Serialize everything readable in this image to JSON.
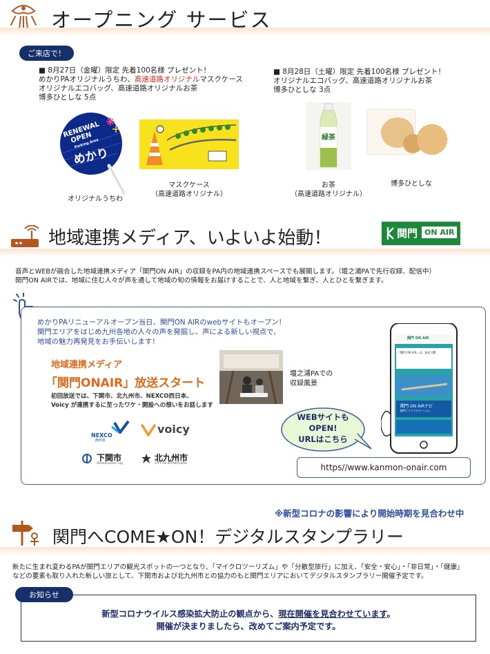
{
  "opening": {
    "title": "オープニング サービス",
    "badge": "ご来店で！",
    "left": {
      "line1": "■ 8月27日（金曜）限定 先着100名様 プレゼント！",
      "line2a": "めかりPAオリジナルうちわ、",
      "line2b": "高速道路オリジナル",
      "line2c": "マスクケース",
      "line3": "オリジナルエコバッグ、高速道路オリジナルお茶",
      "line4": "博多ひとしな 5点"
    },
    "right": {
      "line1": "■ 8月28日（土曜）限定 先着100名様 プレゼント！",
      "line2": "オリジナルエコバッグ、高速道路オリジナルお茶",
      "line3": "博多ひとしな 3点"
    },
    "fan": {
      "t1": "RENEWAL",
      "t2": "OPEN",
      "t3": "Parking Area",
      "t4": "めかり",
      "caption": "オリジナルうちわ"
    },
    "mask": {
      "caption1": "マスクケース",
      "caption2": "（高速道路オリジナル）"
    },
    "tea": {
      "label": "緑茶",
      "caption1": "お茶",
      "caption2": "（高速道路オリジナル）"
    },
    "hakata": {
      "caption": "博多ひとしな"
    }
  },
  "media": {
    "title": "地域連携メディア、いよいよ始動！",
    "logo_text": "関門",
    "logo_onair": "ON AIR",
    "para1": "音声とWEBが融合した地域連携メディア「関門ON AIR」の収録をPA内の地域連携スペースでも展開します。（壇之浦PAで先行収録、配信中）",
    "para2": "関門ON AIRでは、地域に住む人々が声を通して地域の旬の情報をお届けすることで、人と地域を繋ぎ、人とひとを繋ぎます。",
    "box_line1": "めかりPAリニューアルオープン当日、関門ON AIRのwebサイトもオープン！",
    "box_line2": "関門エリアをはじめ九州各地の人々の声を発掘し、声による新しい視点で、",
    "box_line3": "地域の魅力再発見をお手伝いします！",
    "promo1": "地域連携メディア",
    "promo2": "「関門ONAIR」放送スタート",
    "promo3": "初回放送では、下関市、北九州市、NEXCO西日本、",
    "promo4": "Voicy が連携するに至ったワケ・開設への想いをお話します",
    "partners": {
      "nexco": "NEXCO",
      "nexco_sub": "西日本",
      "voicy": "voicy",
      "shimo": "下関市",
      "shimo_sub": "Shimonoseki city",
      "kita": "北九州市",
      "kita_sub": "CITY OF KITAKYUSHU"
    },
    "photo_caption1": "壇之浦PAでの",
    "photo_caption2": "収録風景",
    "bubble1": "WEBサイトも",
    "bubble2": "OPEN!",
    "bubble3": "URLはこちら",
    "url": "https//www.kanmon-onair.com",
    "phone": {
      "header": "関門 ON AIR",
      "t1": "「関門 ON AIR」は、身近で聞",
      "banner": "関門 ON AIRナビ",
      "sub": "関門エリア ナビゲーション"
    }
  },
  "stamp": {
    "notice": "※新型コロナの影響により開始時期を見合わせ中",
    "title": "関門へCOME★ON！デジタルスタンプラリー",
    "para1": "新たに生まれ変わるPAが関門エリアの観光スポットの一つとなり、「マイクロツーリズム」や「分散型旅行」に加え、「安全・安心」・「非日常」・「健康」",
    "para2": "などの要素も取り入れた新しい旅として、下関市および北九州市との協力のもと関門エリアにおいてデジタルスタンプラリー開催予定です。",
    "badge": "お知らせ",
    "box1a": "新型コロナウイルス感染拡大防止の観点から、",
    "box1b": "現在開催を見合わせています",
    "box1c": "。",
    "box2": "開催が決まりましたら、改めてご案内予定です。"
  },
  "colors": {
    "accent": "#15306b",
    "band": "#fbe3cf",
    "box_border": "#3b5ba8",
    "orange": "#e06a1c",
    "red": "#d9261c",
    "green": "#1a8a3a"
  }
}
